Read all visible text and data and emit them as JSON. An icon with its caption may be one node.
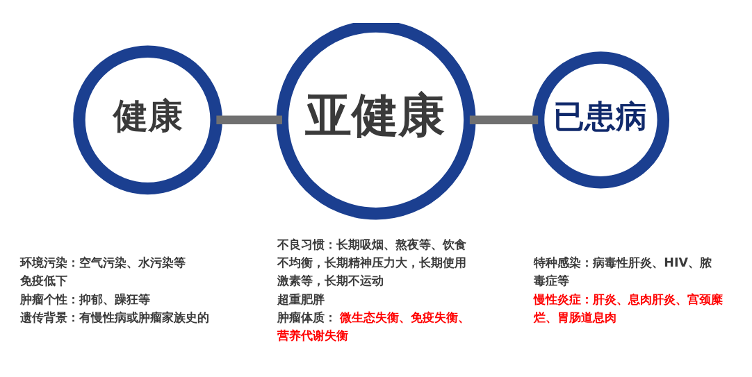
{
  "diagram": {
    "nodes": [
      {
        "text": [
          "健康"
        ],
        "beside": [
          "环境污染：空气污染、水污染等",
          "免疫低下",
          "肿瘤个性：抑郁、躁狂等",
          "遗传背景：有慢性病或肿瘤家族史的"
        ]
      },
      {
        "text": [
          "亚健康"
        ],
        "beside": [
          "不良习惯：长期吸烟、熬夜等、饮食不均衡，长期精神压力大，长期使用激素等，长期不运动",
          "超重肥胖",
          "肿瘤体质：微生态失衡、免疫失衡、营养代谢失衡"
        ]
      },
      {
        "text": [
          "已患病"
        ],
        "beside": [
          "特种感染：病毒性肝炎、HIV、脓毒症等",
          "慢性炎症：肝炎、息肉肝炎、宫颈糜烂、胃肠道息肉"
        ]
      }
    ],
    "edges": [
      {
        "from": 0,
        "to": 1,
        "arrow": "none"
      },
      {
        "from": 1,
        "to": 2,
        "arrow": "none"
      }
    ]
  }
}
